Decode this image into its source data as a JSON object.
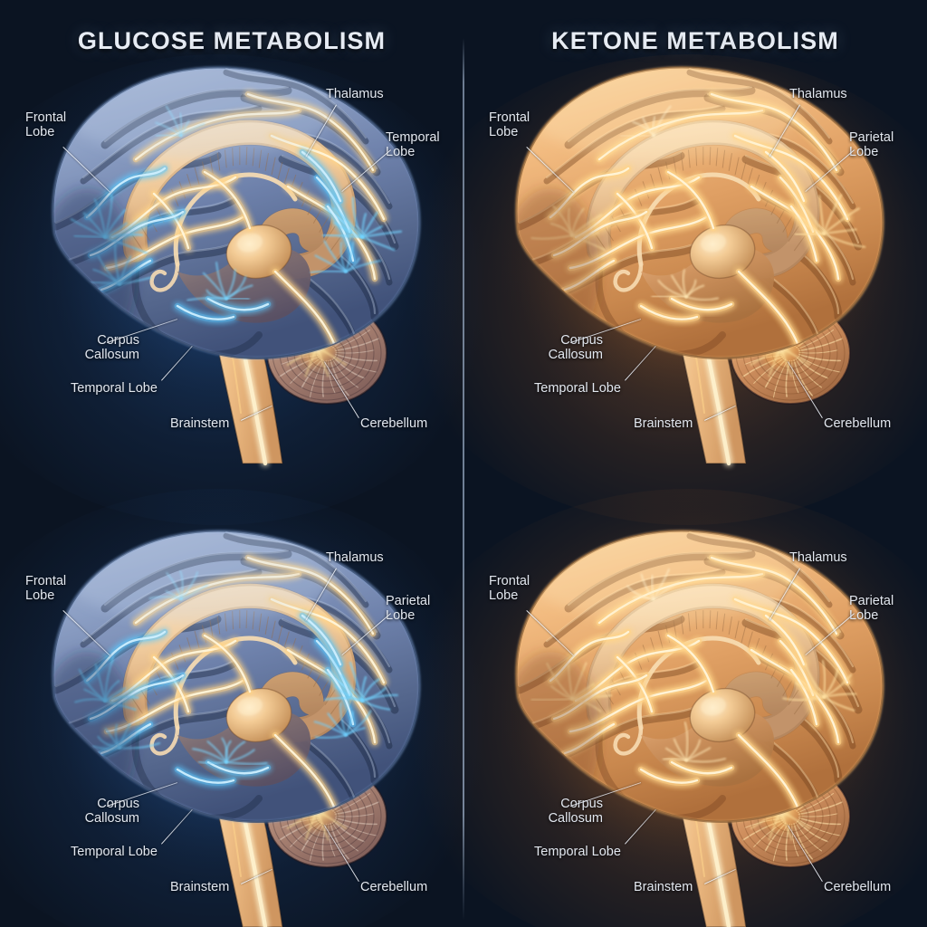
{
  "figure": {
    "background_color": "#0b1422",
    "label_color": "#e3e8f0",
    "title_color": "#e7ecf4"
  },
  "panels": [
    {
      "id": "glucose-top",
      "position": "top-left",
      "title": "GLUCOSE METABOLISM",
      "palette": {
        "cortex": "#8fa3c4",
        "cortex_deep": "#5c6f96",
        "pathway": "#4fc3ff",
        "accent": "#f2b36a",
        "glow": "#2e6cbe"
      },
      "labels": [
        {
          "text": "Frontal\nLobe",
          "align": "left"
        },
        {
          "text": "Thalamus",
          "align": "left"
        },
        {
          "text": "Temporal\nLobe",
          "align": "left"
        },
        {
          "text": "Corpus\nCallosum",
          "align": "right"
        },
        {
          "text": "Temporal Lobe",
          "align": "center"
        },
        {
          "text": "Brainstem",
          "align": "center"
        },
        {
          "text": "Cerebellum",
          "align": "center"
        }
      ]
    },
    {
      "id": "ketone-top",
      "position": "top-right",
      "title": "KETONE METABOLISM",
      "palette": {
        "cortex": "#f0b678",
        "cortex_deep": "#c2824a",
        "pathway": "#ffe9a8",
        "accent": "#ffcf84",
        "glow": "#d67a30"
      },
      "labels": [
        {
          "text": "Frontal\nLobe",
          "align": "left"
        },
        {
          "text": "Thalamus",
          "align": "left"
        },
        {
          "text": "Parietal\nLobe",
          "align": "left"
        },
        {
          "text": "Corpus\nCallosum",
          "align": "right"
        },
        {
          "text": "Temporal Lobe",
          "align": "center"
        },
        {
          "text": "Brainstem",
          "align": "center"
        },
        {
          "text": "Cerebellum",
          "align": "center"
        }
      ]
    },
    {
      "id": "glucose-bottom",
      "position": "bottom-left",
      "title": "",
      "palette": {
        "cortex": "#8fa3c4",
        "cortex_deep": "#5c6f96",
        "pathway": "#4fc3ff",
        "accent": "#f2b36a",
        "glow": "#2e6cbe"
      },
      "labels": [
        {
          "text": "Frontal\nLobe",
          "align": "left"
        },
        {
          "text": "Thalamus",
          "align": "left"
        },
        {
          "text": "Parietal\nLobe",
          "align": "left"
        },
        {
          "text": "Corpus\nCallosum",
          "align": "right"
        },
        {
          "text": "Temporal Lobe",
          "align": "center"
        },
        {
          "text": "Brainstem",
          "align": "center"
        },
        {
          "text": "Cerebellum",
          "align": "center"
        }
      ]
    },
    {
      "id": "ketone-bottom",
      "position": "bottom-right",
      "title": "",
      "palette": {
        "cortex": "#f0b678",
        "cortex_deep": "#c2824a",
        "pathway": "#ffe9a8",
        "accent": "#ffcf84",
        "glow": "#d67a30"
      },
      "labels": [
        {
          "text": "Frontal\nLobe",
          "align": "left"
        },
        {
          "text": "Thalamus",
          "align": "left"
        },
        {
          "text": "Parietal\nLobe",
          "align": "left"
        },
        {
          "text": "Corpus\nCallosum",
          "align": "right"
        },
        {
          "text": "Temporal Lobe",
          "align": "center"
        },
        {
          "text": "Brainstem",
          "align": "center"
        },
        {
          "text": "Cerebellum",
          "align": "center"
        }
      ]
    }
  ]
}
